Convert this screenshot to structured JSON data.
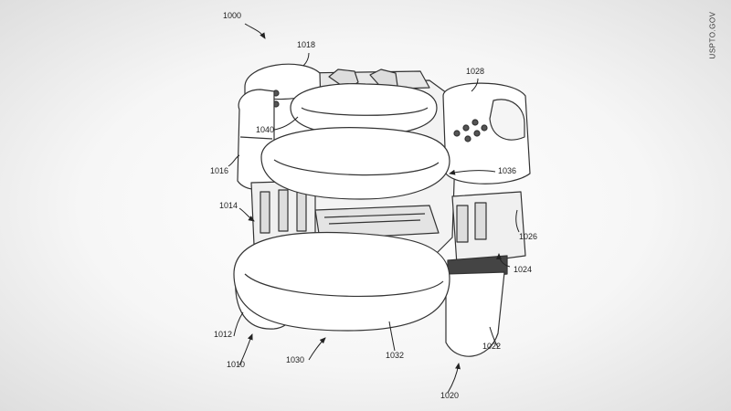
{
  "figure": {
    "credit": "USPTO.GOV",
    "ref_labels": {
      "r1000": "1000",
      "r1018": "1018",
      "r1028": "1028",
      "r1040": "1040",
      "r1016": "1016",
      "r1036": "1036",
      "r1014": "1014",
      "r1026": "1026",
      "r1024": "1024",
      "r1012": "1012",
      "r1010": "1010",
      "r1030": "1030",
      "r1032": "1032",
      "r1022": "1022",
      "r1020": "1020"
    }
  }
}
